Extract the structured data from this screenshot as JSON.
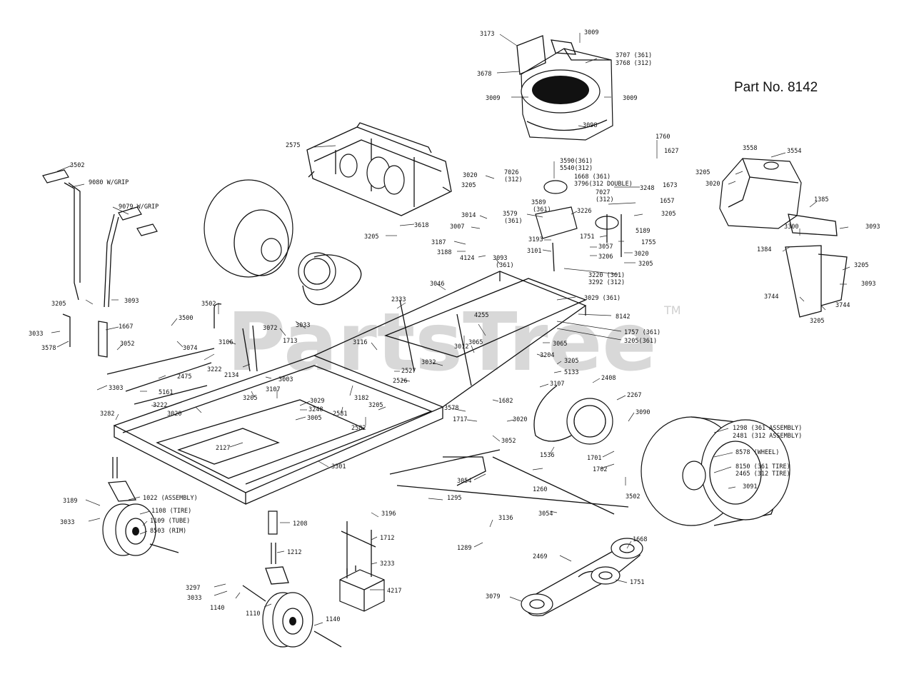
{
  "part_number": "Part No. 8142",
  "watermark": {
    "text": "PartsTree",
    "tm": "TM"
  },
  "labels": {
    "l3173": "3173",
    "l3009a": "3009",
    "l3707": "3707 (361)",
    "l3768": "3768 (312)",
    "l3678": "3678",
    "l3009b": "3009",
    "l3009c": "3009",
    "l3098": "3098",
    "l1760": "1760",
    "l1627": "1627",
    "l2575": "2575",
    "l3590": "3590(361)",
    "l5540": "5540(312)",
    "l1668a": "1668 (361)",
    "l3796": "3796(312 DOUBLE)",
    "l3248a": "3248",
    "l1673": "1673",
    "l7026": "7026",
    "l312a": "(312)",
    "l3020a": "3020",
    "l3205a": "3205",
    "l7027": "7027",
    "l312b": "(312)",
    "l1657": "1657",
    "l3589": "3589",
    "l361a": "(361)",
    "l3226": "3226",
    "l3205b": "3205",
    "l5189": "5189",
    "l3558": "3558",
    "l3554": "3554",
    "l3205c": "3205",
    "l3020b": "3020",
    "l1385": "1385",
    "l3300": "3300",
    "l3093a": "3093",
    "l1384": "1384",
    "l3205d": "3205",
    "l3093b": "3093",
    "l3744a": "3744",
    "l3744b": "3744",
    "l3205e": "3205",
    "l3502a": "3502",
    "l9080": "9080 W/GRIP",
    "l9079": "9079 W/GRIP",
    "l3205f": "3205",
    "l3093c": "3093",
    "l3033a": "3033",
    "l3578a": "3578",
    "l1667": "1667",
    "l3500": "3500",
    "l3502b": "3502",
    "l3052a": "3052",
    "l3074": "3074",
    "l3222a": "3222",
    "l2134": "2134",
    "l3106": "3106",
    "l3072": "3072",
    "l3033b": "3033",
    "l1713": "1713",
    "l3303": "3303",
    "l2475": "2475",
    "l5161": "5161",
    "l3222b": "3222",
    "l3020c": "3020",
    "l3003": "3003",
    "l3205g": "3205",
    "l3107a": "3107",
    "l3029a": "3029",
    "l3248b": "3248",
    "l3005": "3005",
    "l3282": "3282",
    "l2581": "2581",
    "l3182": "3182",
    "l2582": "2582",
    "l3205h": "3205",
    "l2127": "2127",
    "l3301": "3301",
    "l3014": "3014",
    "l3007": "3007",
    "l3187": "3187",
    "l3188": "3188",
    "l4124": "4124",
    "l3093d": "3093",
    "l361b": "(361)",
    "l3579": "3579",
    "l361c": "(361)",
    "l3193": "3193",
    "l3101": "3101",
    "l3057": "3057",
    "l3206": "3206",
    "l1751a": "1751",
    "l1755": "1755",
    "l3020d": "3020",
    "l3205i": "3205",
    "l3220": "3220 (361)",
    "l3292": "3292 (312)",
    "l3205j": "3205",
    "l3618": "3618",
    "l3046": "3046",
    "l2333": "2333",
    "l3029b": "3029 (361)",
    "l8142": "8142",
    "l1757": "1757 (361)",
    "l3205k": "3205(361)",
    "l3065a": "3065",
    "l4255": "4255",
    "l3116": "3116",
    "l3012": "3012",
    "l3065b": "3065",
    "l3032": "3032",
    "l2527": "2527",
    "l2526": "2526",
    "l3204": "3204",
    "l3205l": "3205",
    "l5133": "5133",
    "l2408": "2408",
    "l3107b": "3107",
    "l2267": "2267",
    "l1682": "1682",
    "l3578b": "3578",
    "l1717": "1717",
    "l3020e": "3020",
    "l3052b": "3052",
    "l1536": "1536",
    "l3090": "3090",
    "l1701": "1701",
    "l1702": "1702",
    "l1298": "1298 (361 ASSEMBLY)",
    "l2481": "2481 (312 ASSEMBLY)",
    "l8578": "8578 (WHEEL)",
    "l8150": "8150 (361 TIRE)",
    "l2465": "2465 (312 TIRE)",
    "l3091": "3091",
    "l3502c": "3502",
    "l3054a": "3054",
    "l1260": "1260",
    "l1295": "1295",
    "l3054b": "3054",
    "l3136": "3136",
    "l1289": "1289",
    "l3189": "3189",
    "l1022": "1022 (ASSEMBLY)",
    "l1108": "1108 (TIRE)",
    "l1109": "1109 (TUBE)",
    "l8503": "8503 (RIM)",
    "l3033c": "3033",
    "l1208": "1208",
    "l1212": "1212",
    "l3196": "3196",
    "l1712": "1712",
    "l3233": "3233",
    "l4217": "4217",
    "l3297": "3297",
    "l3033d": "3033",
    "l1140a": "1140",
    "l1110": "1110",
    "l1140b": "1140",
    "l1668b": "1668",
    "l2469": "2469",
    "l1751b": "1751",
    "l3079": "3079"
  }
}
